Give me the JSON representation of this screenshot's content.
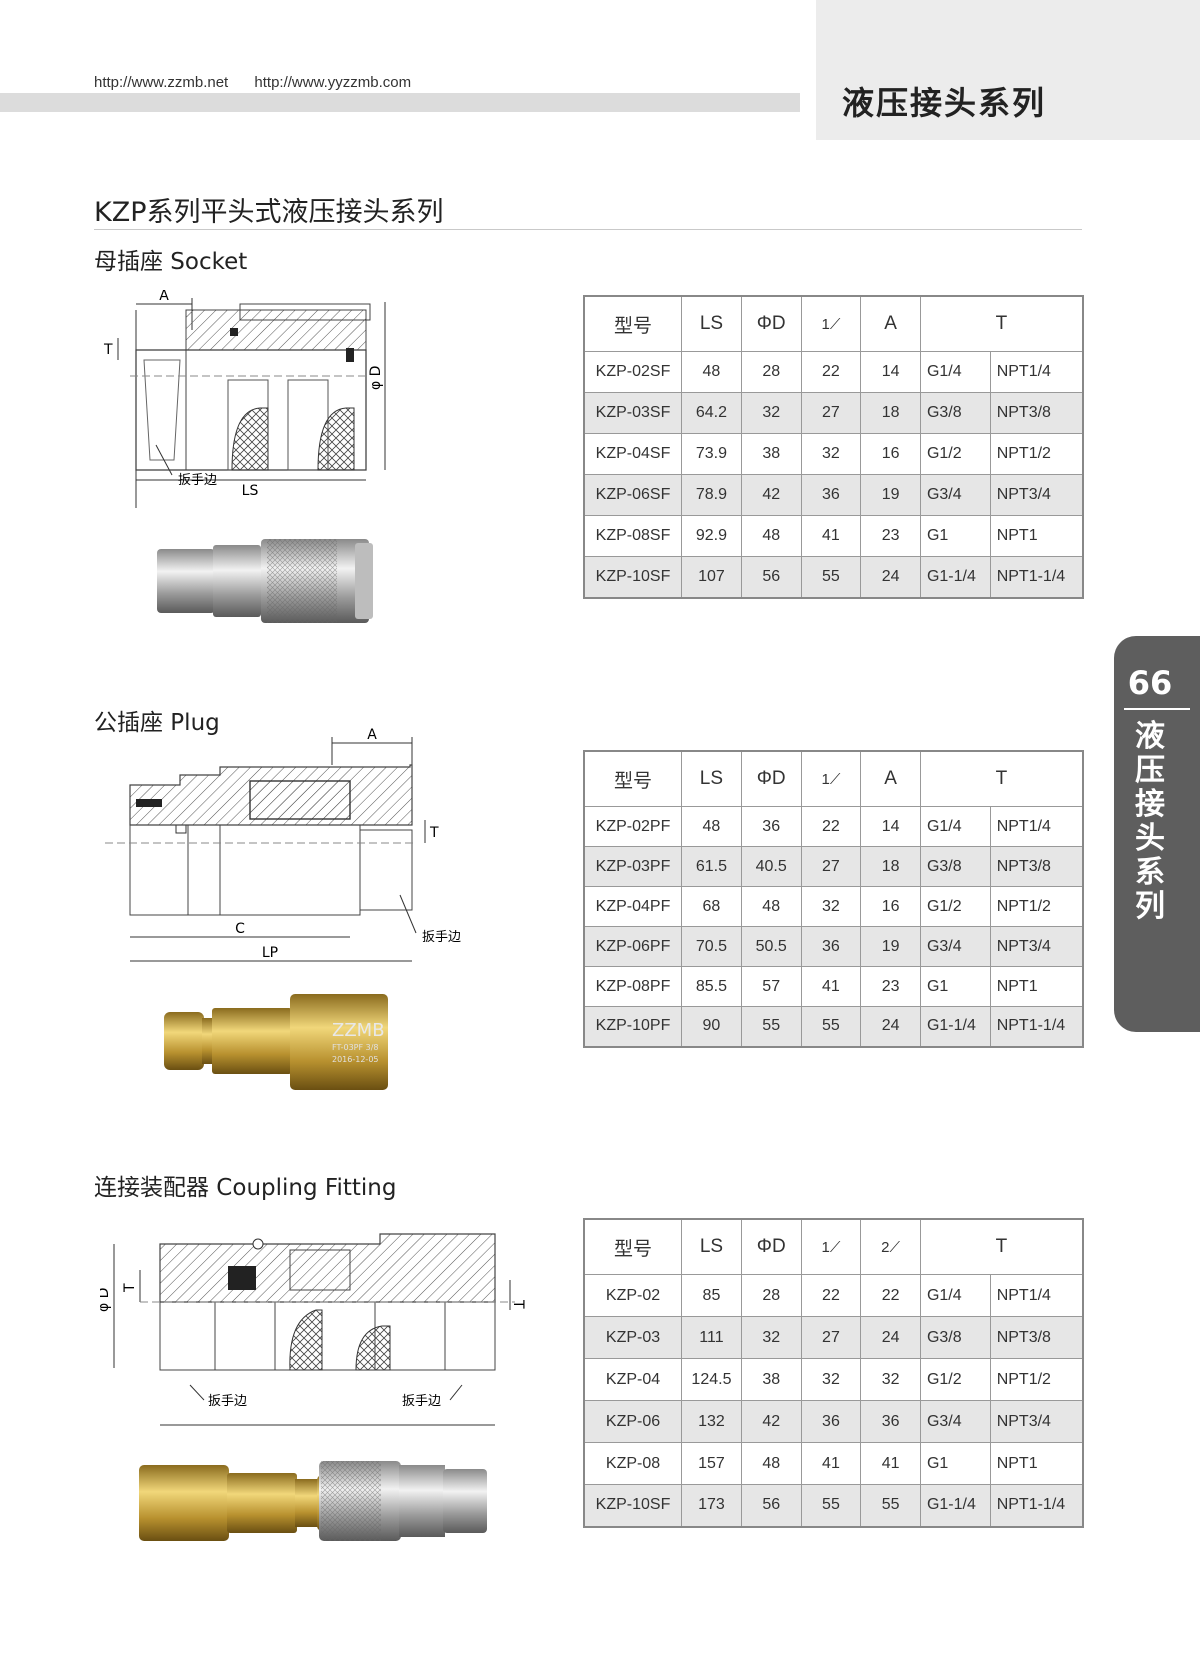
{
  "header": {
    "urls": [
      "http://www.zzmb.net",
      "http://www.yyzzmb.com"
    ],
    "series_title": "液压接头系列"
  },
  "section_title": "KZP系列平头式液压接头系列",
  "side_tab": {
    "page_number": "66",
    "label_chars": [
      "液",
      "压",
      "接",
      "头",
      "系",
      "列"
    ]
  },
  "socket": {
    "subtitle": "母插座 Socket",
    "drawing_labels": {
      "A": "A",
      "T": "T",
      "D": "φ D",
      "LS": "LS",
      "wrench_flat": "扳手边"
    },
    "headers": [
      "型号",
      "LS",
      "ΦD",
      "1",
      "A",
      "T"
    ],
    "rows": [
      [
        "KZP-02SF",
        "48",
        "28",
        "22",
        "14",
        "G1/4",
        "NPT1/4"
      ],
      [
        "KZP-03SF",
        "64.2",
        "32",
        "27",
        "18",
        "G3/8",
        "NPT3/8"
      ],
      [
        "KZP-04SF",
        "73.9",
        "38",
        "32",
        "16",
        "G1/2",
        "NPT1/2"
      ],
      [
        "KZP-06SF",
        "78.9",
        "42",
        "36",
        "19",
        "G3/4",
        "NPT3/4"
      ],
      [
        "KZP-08SF",
        "92.9",
        "48",
        "41",
        "23",
        "G1",
        "NPT1"
      ],
      [
        "KZP-10SF",
        "107",
        "56",
        "55",
        "24",
        "G1-1/4",
        "NPT1-1/4"
      ]
    ]
  },
  "plug": {
    "subtitle": "公插座 Plug",
    "drawing_labels": {
      "A": "A",
      "T": "T",
      "C": "C",
      "LP": "LP",
      "wrench_flat": "扳手边"
    },
    "product_marking": [
      "ZZMB",
      "FT-03PF 3/8",
      "2016-12-05"
    ],
    "headers": [
      "型号",
      "LS",
      "ΦD",
      "1",
      "A",
      "T"
    ],
    "rows": [
      [
        "KZP-02PF",
        "48",
        "36",
        "22",
        "14",
        "G1/4",
        "NPT1/4"
      ],
      [
        "KZP-03PF",
        "61.5",
        "40.5",
        "27",
        "18",
        "G3/8",
        "NPT3/8"
      ],
      [
        "KZP-04PF",
        "68",
        "48",
        "32",
        "16",
        "G1/2",
        "NPT1/2"
      ],
      [
        "KZP-06PF",
        "70.5",
        "50.5",
        "36",
        "19",
        "G3/4",
        "NPT3/4"
      ],
      [
        "KZP-08PF",
        "85.5",
        "57",
        "41",
        "23",
        "G1",
        "NPT1"
      ],
      [
        "KZP-10PF",
        "90",
        "55",
        "55",
        "24",
        "G1-1/4",
        "NPT1-1/4"
      ]
    ]
  },
  "coupling": {
    "subtitle": "连接装配器 Coupling Fitting",
    "drawing_labels": {
      "D": "φ D",
      "T": "T",
      "wrench_flat": "扳手边"
    },
    "headers": [
      "型号",
      "LS",
      "ΦD",
      "1",
      "2",
      "T"
    ],
    "rows": [
      [
        "KZP-02",
        "85",
        "28",
        "22",
        "22",
        "G1/4",
        "NPT1/4"
      ],
      [
        "KZP-03",
        "111",
        "32",
        "27",
        "24",
        "G3/8",
        "NPT3/8"
      ],
      [
        "KZP-04",
        "124.5",
        "38",
        "32",
        "32",
        "G1/2",
        "NPT1/2"
      ],
      [
        "KZP-06",
        "132",
        "42",
        "36",
        "36",
        "G3/4",
        "NPT3/4"
      ],
      [
        "KZP-08",
        "157",
        "48",
        "41",
        "41",
        "G1",
        "NPT1"
      ],
      [
        "KZP-10SF",
        "173",
        "56",
        "55",
        "55",
        "G1-1/4",
        "NPT1-1/4"
      ]
    ]
  }
}
